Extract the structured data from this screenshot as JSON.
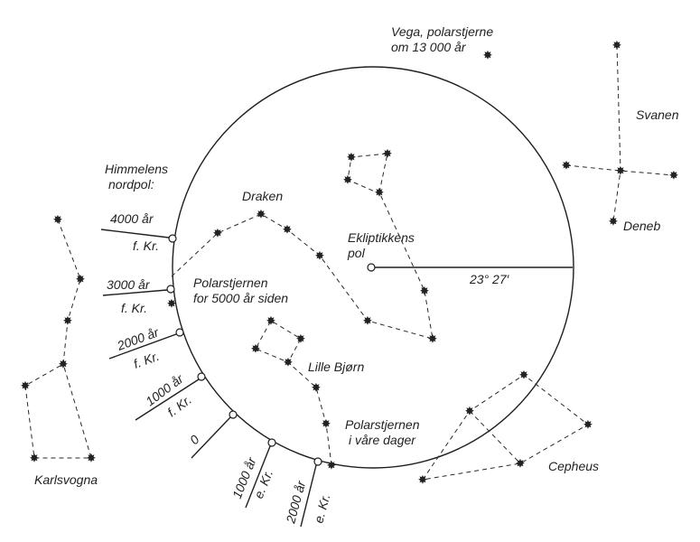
{
  "labels": {
    "vega_line1": "Vega, polarstjerne",
    "vega_line2": "om 13 000 år",
    "north_pole_line1": "Himmelens",
    "north_pole_line2": "nordpol:",
    "draken": "Draken",
    "ecliptic_pole_line1": "Ekliptikkens",
    "ecliptic_pole_line2": "pol",
    "obliquity": "23° 27′",
    "svanen": "Svanen",
    "deneb": "Deneb",
    "polaris_past_line1": "Polarstjernen",
    "polaris_past_line2": "for 5000 år siden",
    "lille_bjorn": "Lille Bjørn",
    "polaris_now_line1": "Polarstjernen",
    "polaris_now_line2": "i våre dager",
    "cepheus": "Cepheus",
    "karlsvogna": "Karlsvogna"
  },
  "epochs": {
    "bc4000_line1": "4000 år",
    "bc4000_line2": "f. Kr.",
    "bc3000_line1": "3000 år",
    "bc3000_line2": "f. Kr.",
    "bc2000_line1": "2000 år",
    "bc2000_line2": "f. Kr.",
    "bc1000_line1": "1000 år",
    "bc1000_line2": "f. Kr.",
    "zero": "0",
    "ad1000_line1": "1000 år",
    "ad1000_line2": "e. Kr.",
    "ad2000_line1": "2000 år",
    "ad2000_line2": "e. Kr."
  },
  "star_glyph": "✸"
}
